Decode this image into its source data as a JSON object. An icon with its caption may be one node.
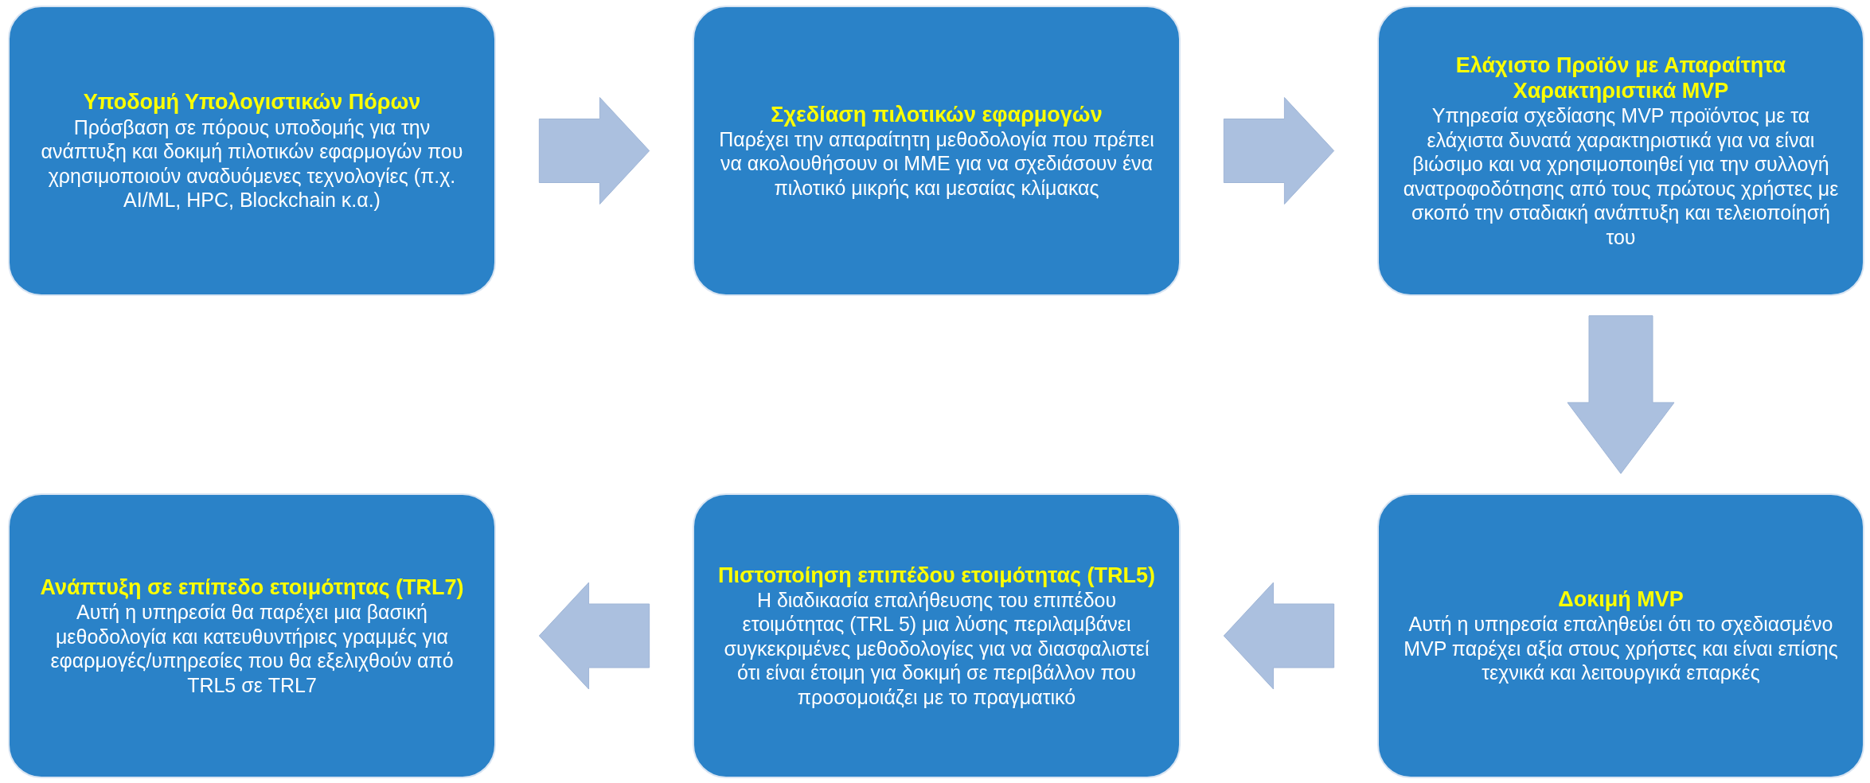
{
  "diagram": {
    "nodes": [
      {
        "text": [
          "Υποδομή Υπολογιστικών Πόρων",
          "Πρόσβαση σε πόρους υποδομής για την ανάπτυξη και δοκιμή πιλοτικών εφαρμογών που χρησιμοποιούν αναδυόμενες τεχνολογίες (π.χ. AI/ML, HPC, Blockchain κ.α.)"
        ]
      },
      {
        "text": [
          "Σχεδίαση πιλοτικών εφαρμογών",
          "Παρέχει την απαραίτητη μεθοδολογία που πρέπει να ακολουθήσουν οι ΜΜΕ για να σχεδιάσουν ένα πιλοτικό μικρής και μεσαίας κλίμακας"
        ]
      },
      {
        "text": [
          "Ελάχιστο Προϊόν με Απαραίτητα Χαρακτηριστικά MVP",
          "Υπηρεσία σχεδίασης MVP προϊόντος με τα ελάχιστα δυνατά χαρακτηριστικά για να είναι βιώσιμο και να χρησιμοποιηθεί για την συλλογή ανατροφοδότησης από τους πρώτους χρήστες με σκοπό την σταδιακή ανάπτυξη και τελειοποίησή του"
        ]
      },
      {
        "text": [
          "Ανάπτυξη σε επίπεδο ετοιμότητας (TRL7)",
          "Αυτή η υπηρεσία θα παρέχει μια βασική μεθοδολογία και κατευθυντήριες γραμμές για εφαρμογές/υπηρεσίες που θα εξελιχθούν από TRL5 σε TRL7"
        ]
      },
      {
        "text": [
          "Πιστοποίηση επιπέδου ετοιμότητας (TRL5)",
          "Η διαδικασία επαλήθευσης του επιπέδου ετοιμότητας (TRL 5) μια λύσης περιλαμβάνει συγκεκριμένες μεθοδολογίες για να διασφαλιστεί ότι είναι έτοιμη για δοκιμή σε περιβάλλον που προσομοιάζει με το πραγματικό"
        ]
      },
      {
        "text": [
          "Δοκιμή MVP",
          "Αυτή η υπηρεσία επαληθεύει ότι το σχεδιασμένο MVP παρέχει αξία στους χρήστες και είναι επίσης τεχνικά και λειτουργικά επαρκές"
        ]
      }
    ],
    "edges": [
      {
        "from": 0,
        "to": 1,
        "arrow": "to"
      },
      {
        "from": 1,
        "to": 2,
        "arrow": "to"
      },
      {
        "from": 2,
        "to": 5,
        "arrow": "to"
      },
      {
        "from": 5,
        "to": 4,
        "arrow": "to"
      },
      {
        "from": 4,
        "to": 3,
        "arrow": "to"
      }
    ]
  }
}
